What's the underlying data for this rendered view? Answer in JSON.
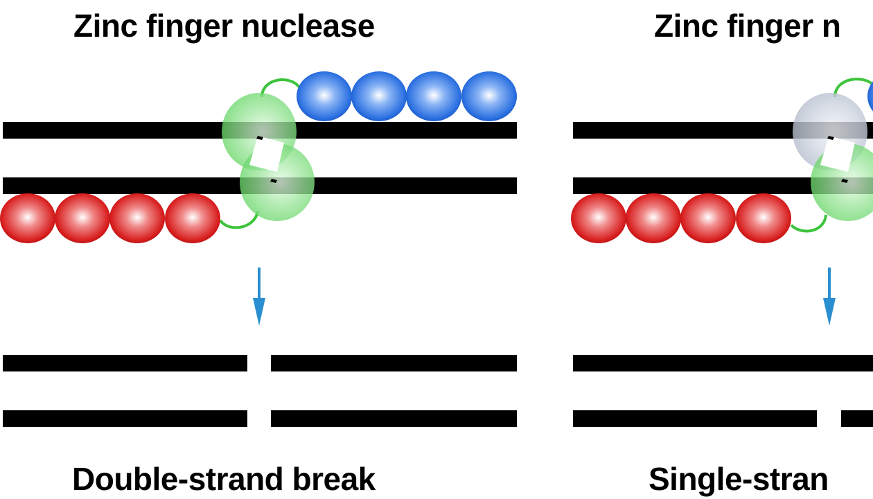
{
  "panels": [
    {
      "id": "zfn-pair",
      "title": "Zinc finger nuclease",
      "outcome": "Double-strand break",
      "left_nuclease_color": "#5fd35f",
      "upper_domain_state": "active",
      "result_gap": "both-strands"
    },
    {
      "id": "zfn-nickase",
      "title": "Zinc finger n",
      "outcome": "Single-stran",
      "left_nuclease_color": "#b9c3d3",
      "upper_domain_state": "inactive",
      "result_gap": "bottom-strand"
    }
  ],
  "colors": {
    "dna": "#000000",
    "zinc_finger_top": "#2a6fe0",
    "zinc_finger_bottom": "#d81e1e",
    "nuclease_active": "#5fd35f",
    "nuclease_inactive": "#b9c3d3",
    "linker": "#3cc43c",
    "arrow": "#2a8fd0"
  }
}
